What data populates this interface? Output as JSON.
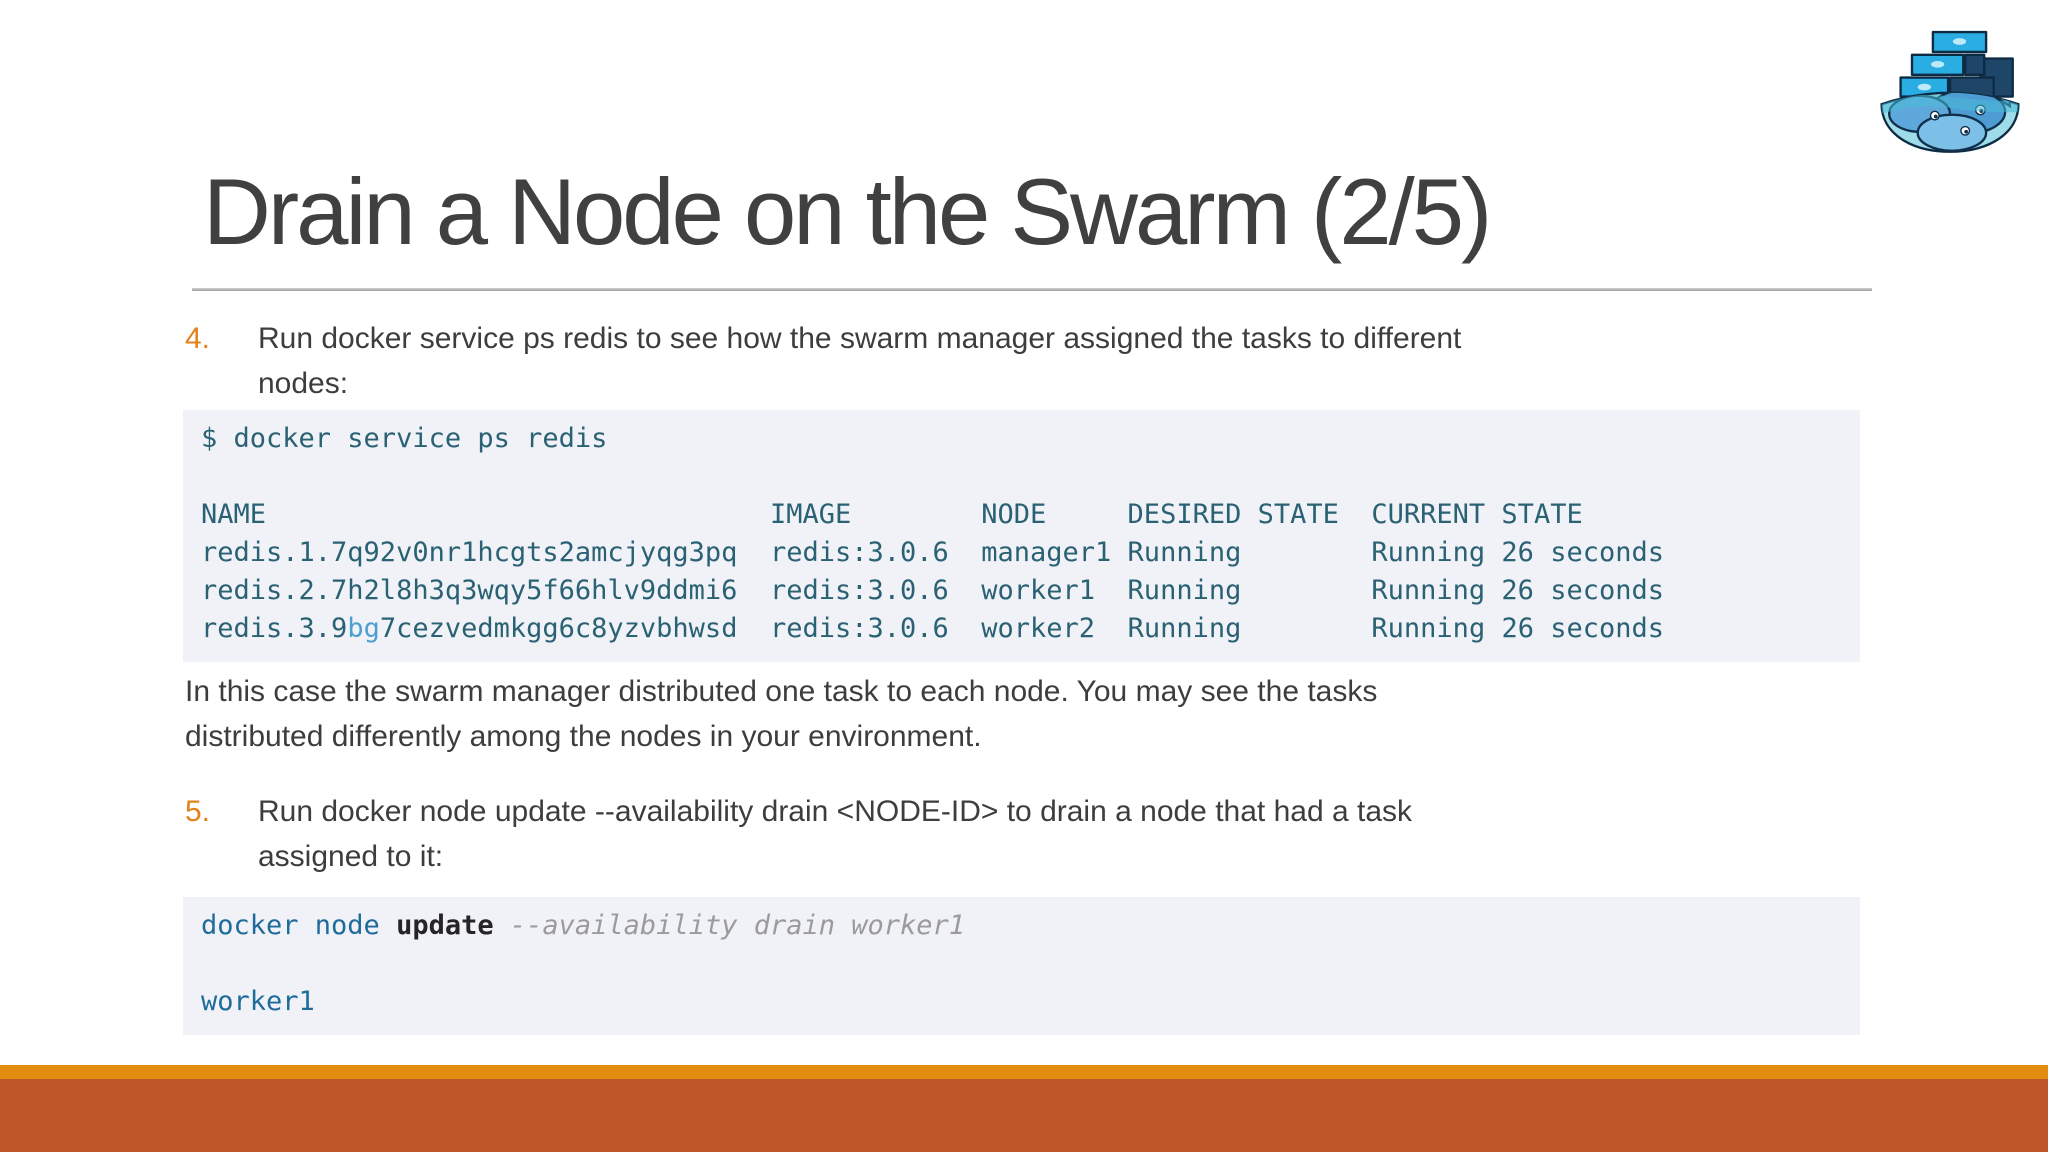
{
  "colors": {
    "accent_orange": "#E2821A",
    "bottom_bar_orange": "#E28D10",
    "bottom_bar_terracotta": "#BD5727",
    "body_text": "#3D3D3D",
    "title_text": "#404040",
    "divider_gray": "#AFAFAF",
    "code_background": "#F0F2F7",
    "code_teal": "#2A6173",
    "code_highlight_blue": "#4D9FD0",
    "code_blue": "#1F6B9A",
    "code_bold_dark": "#252525",
    "code_gray_italic": "#9B9B9B"
  },
  "header": {
    "title": "Drain a Node on the Swarm (2/5)",
    "logo": "docker-swarm-whales-logo"
  },
  "steps": [
    {
      "number": "4.",
      "lines": [
        "Run docker service ps redis to see how the swarm manager assigned the tasks to different",
        "nodes:"
      ]
    },
    {
      "number": "5.",
      "lines": [
        "Run docker node update --availability drain <NODE-ID> to drain a node that had a task",
        "assigned to it:"
      ]
    }
  ],
  "terminal1": {
    "command": "$ docker service ps redis",
    "header_row": "NAME                               IMAGE        NODE     DESIRED STATE  CURRENT STATE",
    "row1": "redis.1.7q92v0nr1hcgts2amcjyqg3pq  redis:3.0.6  manager1 Running        Running 26 seconds",
    "row2": "redis.2.7h2l8h3q3wqy5f66hlv9ddmi6  redis:3.0.6  worker1  Running        Running 26 seconds",
    "row3_prefix": "redis.3.9",
    "row3_highlight": "bg",
    "row3_suffix": "7cezvedmkgg6c8yzvbhwsd  redis:3.0.6  worker2  Running        Running 26 seconds"
  },
  "note": {
    "lines": [
      "In this case the swarm manager distributed one task to each node. You may see the tasks",
      "distributed differently among the nodes in your environment."
    ]
  },
  "terminal2": {
    "cmd_part_docker": "docker node ",
    "cmd_part_update": "update",
    "cmd_part_args": " --availability drain worker1",
    "output": "worker1"
  }
}
